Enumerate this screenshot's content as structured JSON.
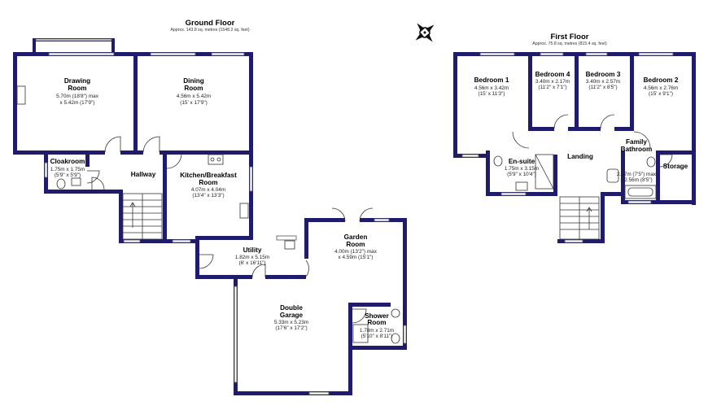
{
  "ground_floor": {
    "title": "Ground Floor",
    "area": "Approx. 143.8 sq. metres (1548.2 sq. feet)",
    "rooms": {
      "drawing": {
        "name1": "Drawing",
        "name2": "Room",
        "dim1": "5.70m (18'8\") max",
        "dim2": "x 5.42m (17'9\")"
      },
      "dining": {
        "name1": "Dining",
        "name2": "Room",
        "dim1": "4.56m x 5.42m",
        "dim2": "(15' x 17'9\")"
      },
      "cloakroom": {
        "name": "Cloakroom",
        "dim1": "1.75m x 1.75m",
        "dim2": "(5'9\" x 5'9\")"
      },
      "hallway": {
        "name": "Hallway"
      },
      "kitchen": {
        "name1": "Kitchen/Breakfast",
        "name2": "Room",
        "dim1": "4.07m x 4.04m",
        "dim2": "(13'4\" x 13'3\")"
      },
      "garden": {
        "name1": "Garden",
        "name2": "Room",
        "dim1": "4.00m (13'2\") max",
        "dim2": "x 4.59m (15'1\")"
      },
      "utility": {
        "name": "Utility",
        "dim1": "1.82m x 5.15m",
        "dim2": "(6' x 16'11\")"
      },
      "garage": {
        "name1": "Double",
        "name2": "Garage",
        "dim1": "5.33m x 5.23m",
        "dim2": "(17'6\" x 17'2\")"
      },
      "shower": {
        "name1": "Shower",
        "name2": "Room",
        "dim1": "1.78m x 2.71m",
        "dim2": "(5'10\" x 8'11\")"
      }
    }
  },
  "first_floor": {
    "title": "First Floor",
    "area": "Approx. 75.8 sq. metres (815.4 sq. feet)",
    "rooms": {
      "bed1": {
        "name": "Bedroom 1",
        "dim1": "4.56m x 3.42m",
        "dim2": "(15' x 11'3\")"
      },
      "bed4": {
        "name": "Bedroom 4",
        "dim1": "3.40m x 2.17m",
        "dim2": "(11'2\" x 7'1\")"
      },
      "bed3": {
        "name": "Bedroom 3",
        "dim1": "3.40m x 2.57m",
        "dim2": "(11'2\" x 8'5\")"
      },
      "bed2": {
        "name": "Bedroom 2",
        "dim1": "4.56m x 2.76m",
        "dim2": "(15' x 9'1\")"
      },
      "ensuite": {
        "name": "En-suite",
        "dim1": "1.75m x 3.15m",
        "dim2": "(5'9\" x 10'4\")"
      },
      "landing": {
        "name": "Landing"
      },
      "family_bath": {
        "name1": "Family",
        "name2": "Bathroom",
        "dim1": "2.27m (7'5\") max",
        "dim2": "x 2.56m (8'5\")"
      },
      "storage": {
        "name": "Storage"
      }
    }
  },
  "compass_icon": "compass-rose",
  "colors": {
    "walls": "#1f1d6b",
    "background": "#ffffff"
  }
}
